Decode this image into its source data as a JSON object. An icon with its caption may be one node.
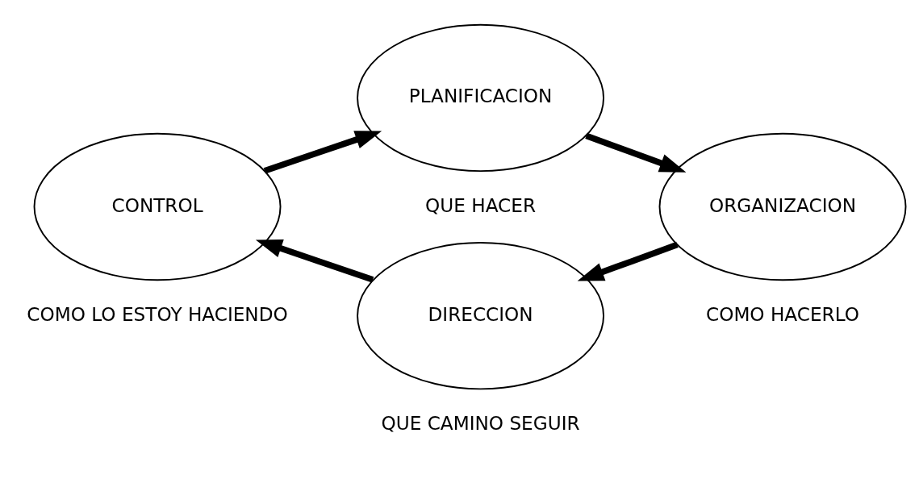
{
  "diagram": {
    "nodes": [
      {
        "text": [
          "PLANIFICACION"
        ],
        "beside": [
          "QUE HACER"
        ]
      },
      {
        "text": [
          "CONTROL"
        ],
        "beside": [
          "COMO LO ESTOY HACIENDO"
        ]
      },
      {
        "text": [
          "ORGANIZACION"
        ],
        "beside": [
          "COMO HACERLO"
        ]
      },
      {
        "text": [
          "DIRECCION"
        ],
        "beside": [
          "QUE CAMINO SEGUIR"
        ]
      }
    ],
    "edges": [
      {
        "from": 1,
        "to": 0,
        "arrow": "to"
      },
      {
        "from": 0,
        "to": 2,
        "arrow": "to"
      },
      {
        "from": 2,
        "to": 3,
        "arrow": "to"
      },
      {
        "from": 3,
        "to": 1,
        "arrow": "to"
      }
    ]
  }
}
